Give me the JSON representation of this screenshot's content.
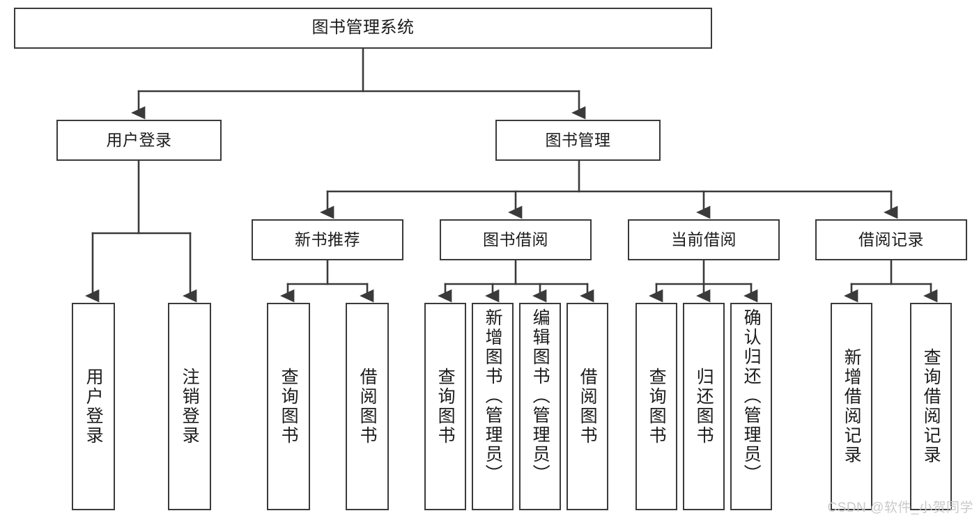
{
  "diagram": {
    "type": "tree",
    "title": "图书管理系统",
    "watermark": "CSDN @软件_小贺同学",
    "colors": {
      "box_border": "#3a3a3a",
      "box_fill": "#ffffff",
      "line": "#3a3a3a",
      "text": "#1b1b1b",
      "watermark": "#c9c9c9"
    },
    "nodes": {
      "root": {
        "label": "图书管理系统"
      },
      "level2": [
        {
          "id": "user-login",
          "label": "用户登录"
        },
        {
          "id": "book-manage",
          "label": "图书管理"
        }
      ],
      "level3": [
        {
          "id": "new-book-recommend",
          "label": "新书推荐"
        },
        {
          "id": "book-borrow",
          "label": "图书借阅"
        },
        {
          "id": "current-borrow",
          "label": "当前借阅"
        },
        {
          "id": "borrow-record",
          "label": "借阅记录"
        }
      ],
      "leaves": {
        "user_login": [
          {
            "id": "leaf-user-login",
            "label": "用户登录"
          },
          {
            "id": "leaf-logout-login",
            "label": "注销登录"
          }
        ],
        "new_book_recommend": [
          {
            "id": "leaf-query-book-1",
            "label": "查询图书"
          },
          {
            "id": "leaf-borrow-book-1",
            "label": "借阅图书"
          }
        ],
        "book_borrow": [
          {
            "id": "leaf-query-book-2",
            "label": "查询图书"
          },
          {
            "id": "leaf-add-book",
            "label": "新增图书（管理员）"
          },
          {
            "id": "leaf-edit-book",
            "label": "编辑图书（管理员）"
          },
          {
            "id": "leaf-borrow-book-2",
            "label": "借阅图书"
          }
        ],
        "current_borrow": [
          {
            "id": "leaf-query-book-3",
            "label": "查询图书"
          },
          {
            "id": "leaf-return-book",
            "label": "归还图书"
          },
          {
            "id": "leaf-confirm-return",
            "label": "确认归还（管理员）"
          }
        ],
        "borrow_record": [
          {
            "id": "leaf-add-record",
            "label": "新增借阅记录"
          },
          {
            "id": "leaf-query-record",
            "label": "查询借阅记录"
          }
        ]
      }
    }
  }
}
